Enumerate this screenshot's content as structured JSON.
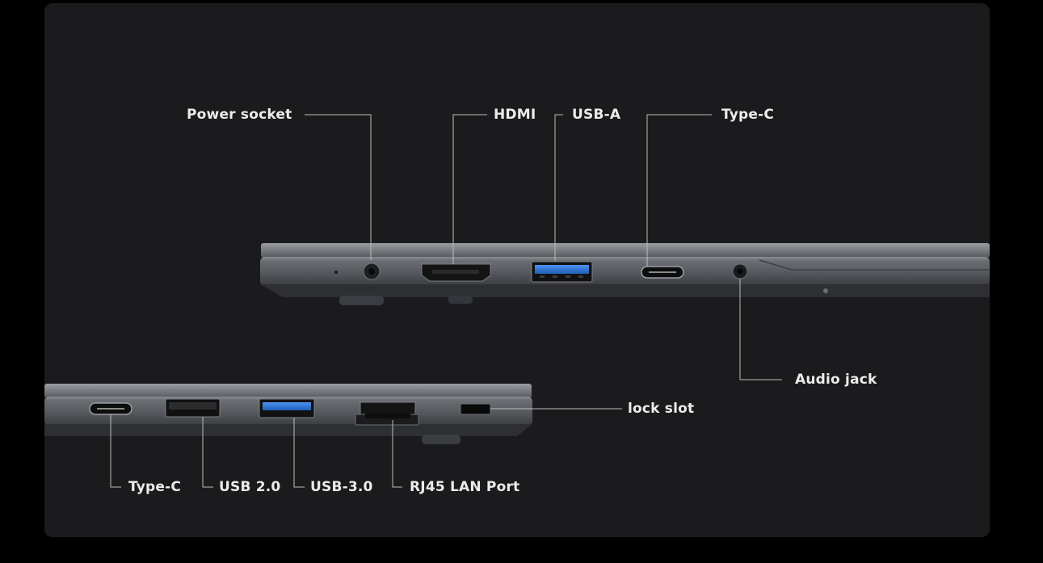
{
  "labels": {
    "right_side": {
      "power_socket": "Power socket",
      "hdmi": "HDMI",
      "usb_a": "USB-A",
      "type_c": "Type-C",
      "audio_jack": "Audio jack"
    },
    "left_side": {
      "type_c": "Type-C",
      "usb_2": "USB 2.0",
      "usb_3": "USB-3.0",
      "rj45": "RJ45 LAN Port",
      "lock_slot": "lock slot"
    }
  },
  "colors": {
    "background": "#000000",
    "panel": "#1b1b1d",
    "text": "#ececec",
    "leader_line": "#bdbdbd",
    "laptop_body": "#5a5d62",
    "usb3_blue": "#2f78d8"
  }
}
